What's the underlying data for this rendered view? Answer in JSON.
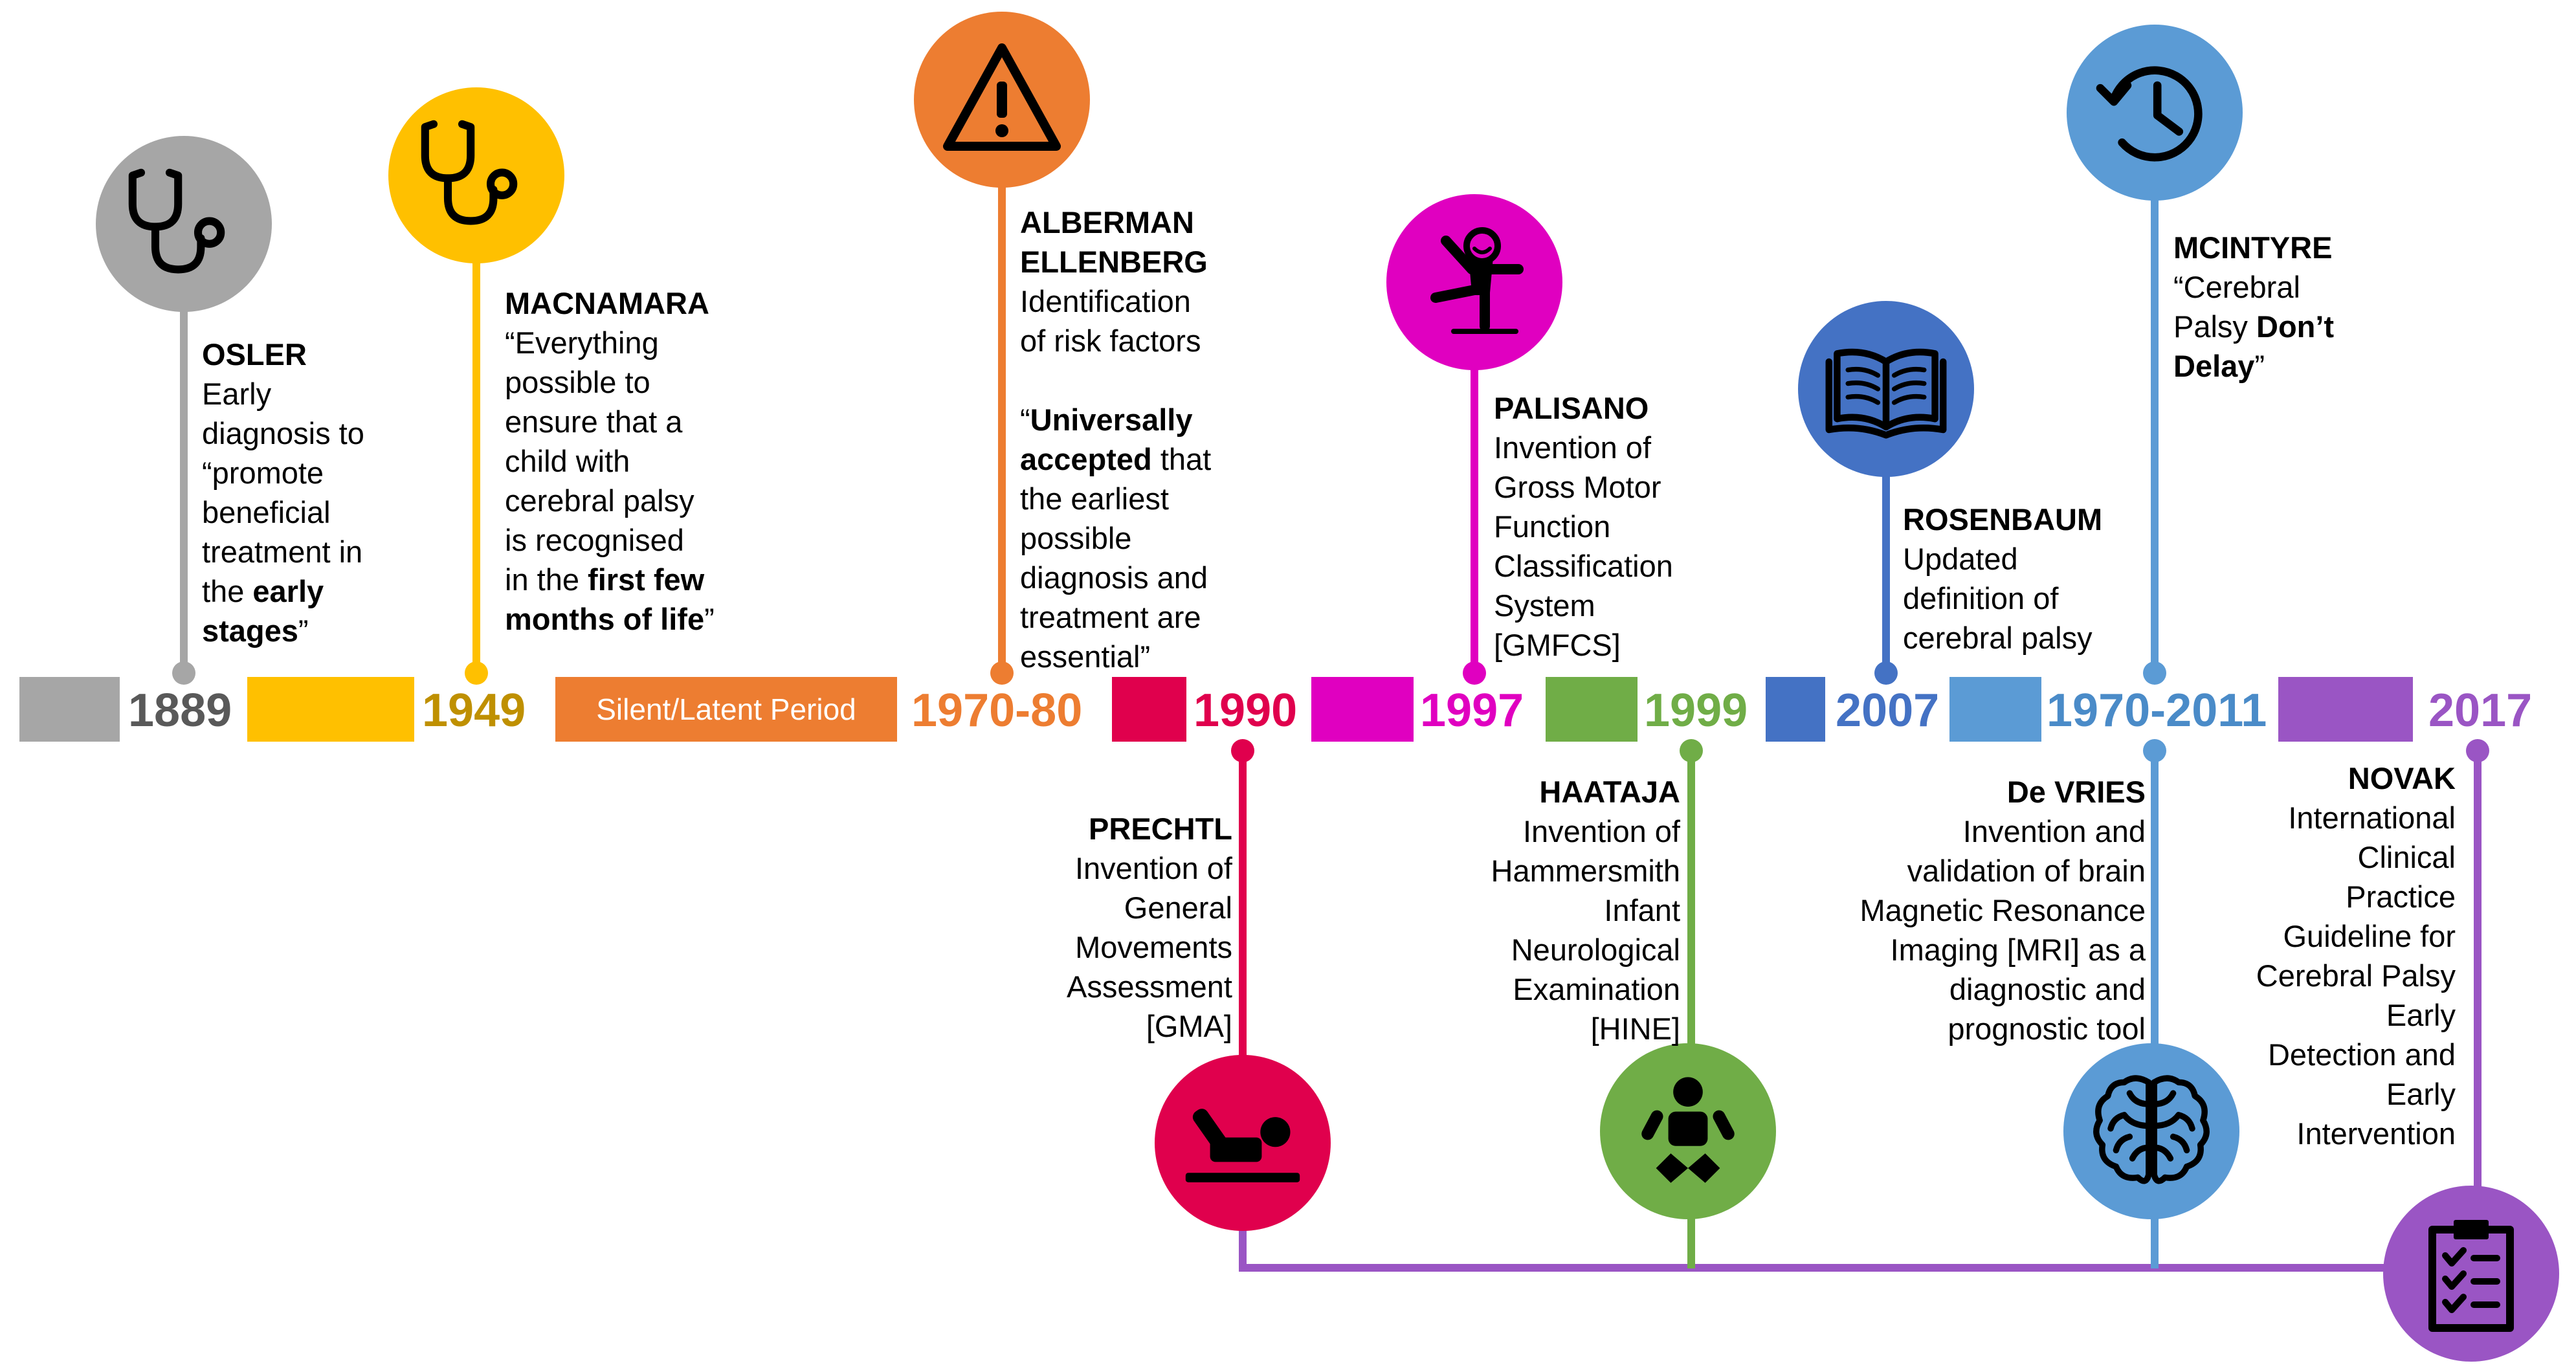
{
  "colors": {
    "grey": "#a6a6a6",
    "grey_text": "#595959",
    "yellow": "#ffc000",
    "yellow_text": "#bf9000",
    "orange": "#ed7d31",
    "crimson": "#e0004d",
    "magenta": "#e000c0",
    "green": "#70ad47",
    "blue_dark": "#4472c4",
    "blue_light": "#5b9bd5",
    "purple": "#9a55c4"
  },
  "timeline": {
    "periods": [
      {
        "year": "1889"
      },
      {
        "year": "1949"
      },
      {
        "label": "Silent/Latent Period",
        "year": "1970-80"
      },
      {
        "year": "1990"
      },
      {
        "year": "1997"
      },
      {
        "year": "1999"
      },
      {
        "year": "2007"
      },
      {
        "year": "1970-2011"
      },
      {
        "year": "2017"
      }
    ]
  },
  "events": {
    "osler": {
      "icon": "stethoscope-icon",
      "name": "OSLER",
      "lines": [
        "Early",
        "diagnosis to",
        "“promote",
        "beneficial",
        "treatment in",
        "the <b>early</b>",
        "<b>stages</b>”"
      ]
    },
    "macnamara": {
      "icon": "stethoscope-icon",
      "name": "MACNAMARA",
      "lines": [
        "“Everything",
        "possible to",
        "ensure that a",
        "child with",
        "cerebral palsy",
        "is recognised",
        "in the <b>first few</b>",
        "<b>months of life</b>”"
      ]
    },
    "alberman": {
      "icon": "warning-icon",
      "name": "ALBERMAN",
      "name2": "ELLENBERG",
      "lines": [
        "Identification",
        "of risk factors",
        "",
        "“<b>Universally</b>",
        "<b>accepted</b> that",
        "the earliest",
        "possible",
        "diagnosis and",
        "treatment are",
        "essential”"
      ]
    },
    "prechtl": {
      "icon": "infant-lying-icon",
      "name": "PRECHTL",
      "lines": [
        "Invention of",
        "General",
        "Movements",
        "Assessment",
        "[GMA]"
      ]
    },
    "palisano": {
      "icon": "gross-motor-icon",
      "name": "PALISANO",
      "lines": [
        "Invention of",
        "Gross Motor",
        "Function",
        "Classification",
        "System",
        "[GMFCS]"
      ]
    },
    "haataja": {
      "icon": "baby-icon",
      "name": "HAATAJA",
      "lines": [
        "Invention of",
        "Hammersmith",
        "Infant",
        "Neurological",
        "Examination",
        "[HINE]"
      ]
    },
    "rosenbaum": {
      "icon": "book-icon",
      "name": "ROSENBAUM",
      "lines": [
        "Updated",
        "definition of",
        "cerebral palsy"
      ]
    },
    "devries": {
      "icon": "brain-icon",
      "name": "De VRIES",
      "lines": [
        "Invention and",
        "validation of brain",
        "Magnetic Resonance",
        "Imaging [MRI] as a",
        "diagnostic and",
        "prognostic tool"
      ]
    },
    "mcintyre": {
      "icon": "clock-history-icon",
      "name": "MCINTYRE",
      "lines": [
        "“Cerebral",
        "Palsy <b>Don’t</b>",
        "<b>Delay</b>”"
      ]
    },
    "novak": {
      "icon": "clipboard-checklist-icon",
      "name": "NOVAK",
      "lines": [
        "International",
        "Clinical",
        "Practice",
        "Guideline for",
        "Cerebral Palsy",
        "Early",
        "Detection and",
        "Early",
        "Intervention"
      ]
    }
  }
}
